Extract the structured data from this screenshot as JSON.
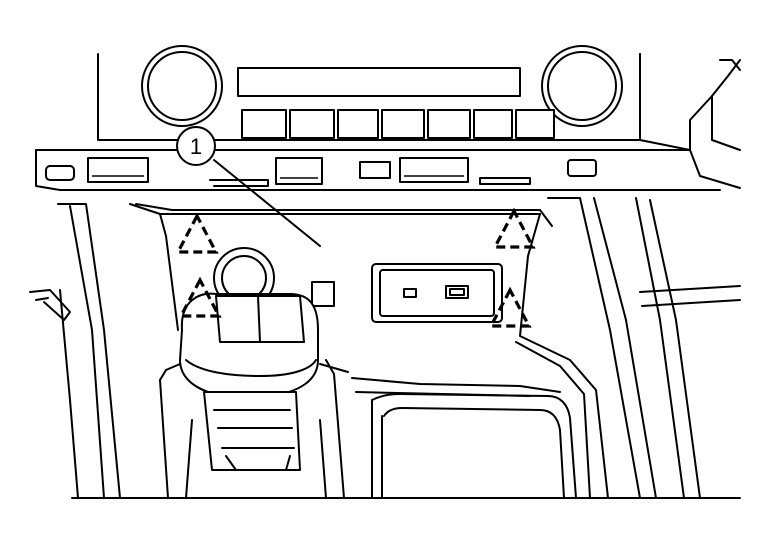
{
  "diagram": {
    "callouts": [
      {
        "id": "1",
        "label": "1"
      }
    ],
    "marker_legend": [
      {
        "shape": "dashed-triangle",
        "count": 4
      }
    ],
    "colors": {
      "line": "#000000",
      "background": "#ffffff"
    }
  }
}
